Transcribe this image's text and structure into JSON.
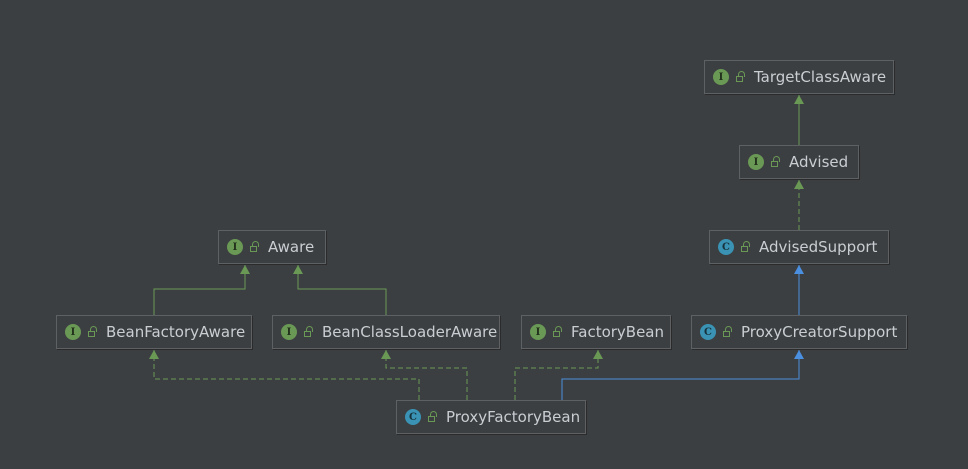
{
  "diagram": {
    "nodes": [
      {
        "id": "TargetClassAware",
        "label": "TargetClassAware",
        "kind": "interface",
        "badge": "I",
        "icon": "interface-icon"
      },
      {
        "id": "Advised",
        "label": "Advised",
        "kind": "interface",
        "badge": "I",
        "icon": "interface-icon"
      },
      {
        "id": "AdvisedSupport",
        "label": "AdvisedSupport",
        "kind": "class",
        "badge": "C",
        "icon": "class-icon"
      },
      {
        "id": "Aware",
        "label": "Aware",
        "kind": "interface",
        "badge": "I",
        "icon": "interface-icon"
      },
      {
        "id": "BeanFactoryAware",
        "label": "BeanFactoryAware",
        "kind": "interface",
        "badge": "I",
        "icon": "interface-icon"
      },
      {
        "id": "BeanClassLoaderAware",
        "label": "BeanClassLoaderAware",
        "kind": "interface",
        "badge": "I",
        "icon": "interface-icon"
      },
      {
        "id": "FactoryBean",
        "label": "FactoryBean",
        "kind": "interface",
        "badge": "I",
        "icon": "interface-icon"
      },
      {
        "id": "ProxyCreatorSupport",
        "label": "ProxyCreatorSupport",
        "kind": "class",
        "badge": "C",
        "icon": "class-icon"
      },
      {
        "id": "ProxyFactoryBean",
        "label": "ProxyFactoryBean",
        "kind": "class",
        "badge": "C",
        "icon": "class-icon"
      }
    ],
    "edges": [
      {
        "from": "Advised",
        "to": "TargetClassAware",
        "type": "extends-interface"
      },
      {
        "from": "AdvisedSupport",
        "to": "Advised",
        "type": "implements"
      },
      {
        "from": "ProxyCreatorSupport",
        "to": "AdvisedSupport",
        "type": "extends-class"
      },
      {
        "from": "BeanFactoryAware",
        "to": "Aware",
        "type": "extends-interface"
      },
      {
        "from": "BeanClassLoaderAware",
        "to": "Aware",
        "type": "extends-interface"
      },
      {
        "from": "ProxyFactoryBean",
        "to": "BeanFactoryAware",
        "type": "implements"
      },
      {
        "from": "ProxyFactoryBean",
        "to": "BeanClassLoaderAware",
        "type": "implements"
      },
      {
        "from": "ProxyFactoryBean",
        "to": "FactoryBean",
        "type": "implements"
      },
      {
        "from": "ProxyFactoryBean",
        "to": "ProxyCreatorSupport",
        "type": "extends-class"
      }
    ],
    "colors": {
      "background": "#3c3f41",
      "interface_edge": "#6a9955",
      "class_edge": "#4b8fe0",
      "node_text": "#c9ced3"
    }
  }
}
